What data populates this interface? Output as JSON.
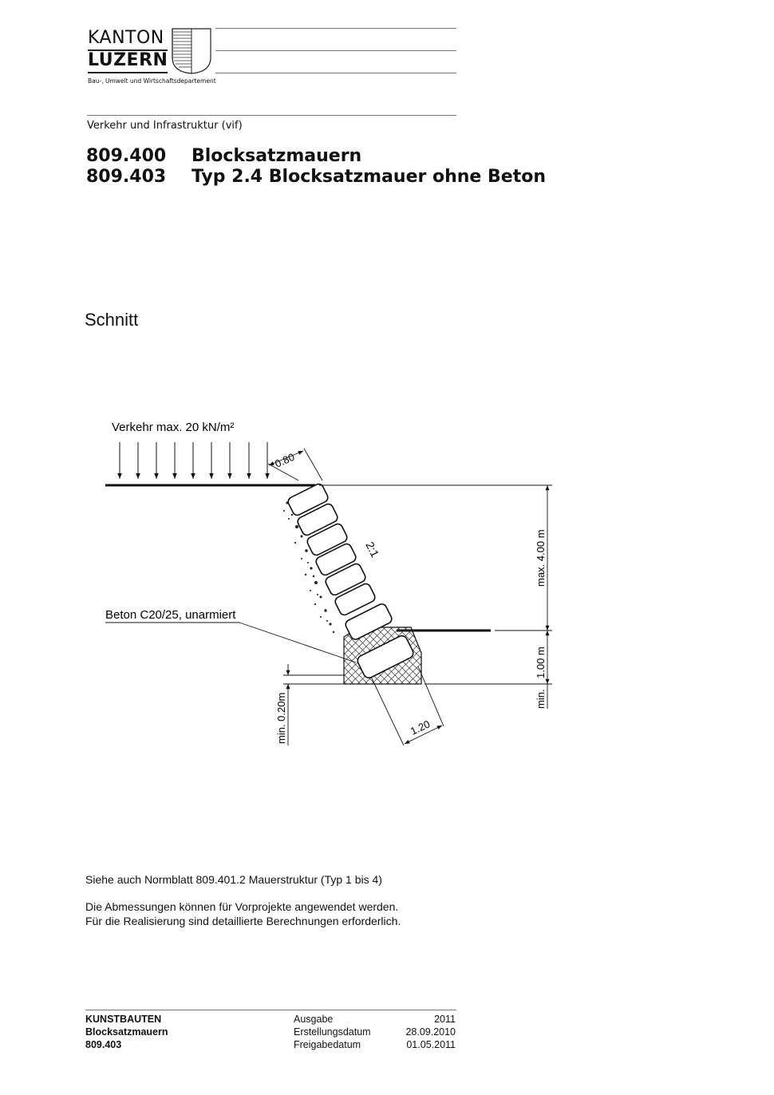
{
  "header": {
    "logo_line1": "KANTON",
    "logo_line2": "LUZERN",
    "department": "Bau-, Umwelt und Wirtschaftsdepartement",
    "section": "Verkehr und Infrastruktur (vif)"
  },
  "titles": [
    {
      "number": "809.400",
      "text": "Blocksatzmauern"
    },
    {
      "number": "809.403",
      "text": "Typ 2.4 Blocksatzmauer ohne Beton"
    }
  ],
  "drawing": {
    "heading": "Schnitt",
    "load_label": "Verkehr max. 20 kN/m²",
    "concrete_label": "Beton C20/25, unarmiert",
    "dim_top_width": "0.80",
    "slope_ratio": "2:1",
    "dim_height_max": "max. 4.00 m",
    "dim_foundation_depth": "1.00 m",
    "dim_foundation_min": "min.",
    "dim_footing_min": "min. 0.20m",
    "dim_base_width": "1.20"
  },
  "notes": [
    "Siehe auch Normblatt 809.401.2 Mauerstruktur (Typ 1 bis 4)",
    "Die Abmessungen können für Vorprojekte angewendet werden.",
    "Für die Realisierung sind detaillierte Berechnungen erforderlich."
  ],
  "footer": {
    "category": "KUNSTBAUTEN",
    "subject": "Blocksatzmauern",
    "doc_number": "809.403",
    "rows": [
      {
        "label": "Ausgabe",
        "value": "2011"
      },
      {
        "label": "Erstellungsdatum",
        "value": "28.09.2010"
      },
      {
        "label": "Freigabedatum",
        "value": "01.05.2011"
      }
    ]
  }
}
